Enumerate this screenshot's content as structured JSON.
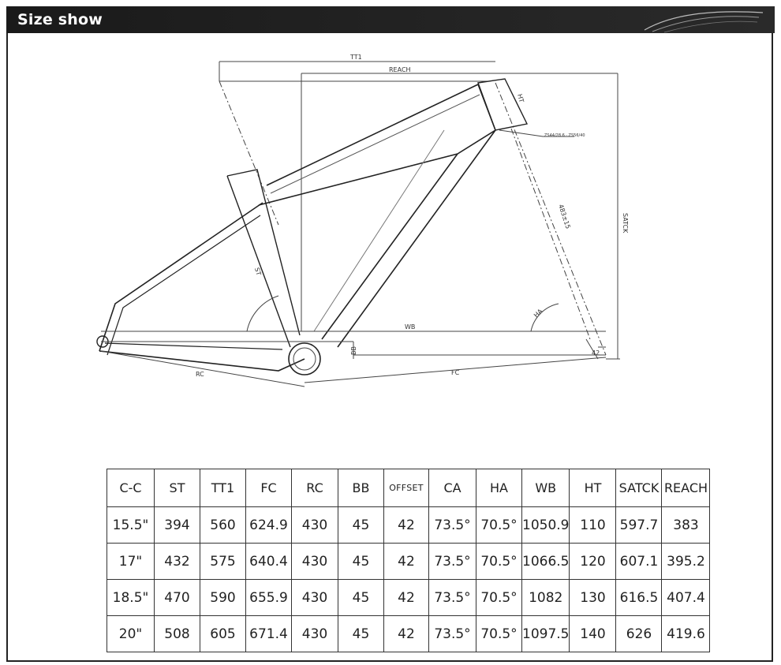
{
  "header": {
    "title": "Size show"
  },
  "diagram": {
    "labels": {
      "tt1": "TT1",
      "reach": "REACH",
      "ht": "HT",
      "head_note": "ZS44/28.6 · ZS56/40",
      "fork_length": "483±15",
      "stack": "SATCK",
      "st": "ST",
      "wb": "WB",
      "ha": "HA",
      "bb": "BB",
      "rc": "RC",
      "fc": "FC",
      "offset": "42"
    }
  },
  "table": {
    "columns": [
      "C-C",
      "ST",
      "TT1",
      "FC",
      "RC",
      "BB",
      "OFFSET",
      "CA",
      "HA",
      "WB",
      "HT",
      "SATCK",
      "REACH"
    ],
    "rows": [
      [
        "15.5\"",
        "394",
        "560",
        "624.9",
        "430",
        "45",
        "42",
        "73.5°",
        "70.5°",
        "1050.9",
        "110",
        "597.7",
        "383"
      ],
      [
        "17\"",
        "432",
        "575",
        "640.4",
        "430",
        "45",
        "42",
        "73.5°",
        "70.5°",
        "1066.5",
        "120",
        "607.1",
        "395.2"
      ],
      [
        "18.5\"",
        "470",
        "590",
        "655.9",
        "430",
        "45",
        "42",
        "73.5°",
        "70.5°",
        "1082",
        "130",
        "616.5",
        "407.4"
      ],
      [
        "20\"",
        "508",
        "605",
        "671.4",
        "430",
        "45",
        "42",
        "73.5°",
        "70.5°",
        "1097.5",
        "140",
        "626",
        "419.6"
      ]
    ]
  }
}
